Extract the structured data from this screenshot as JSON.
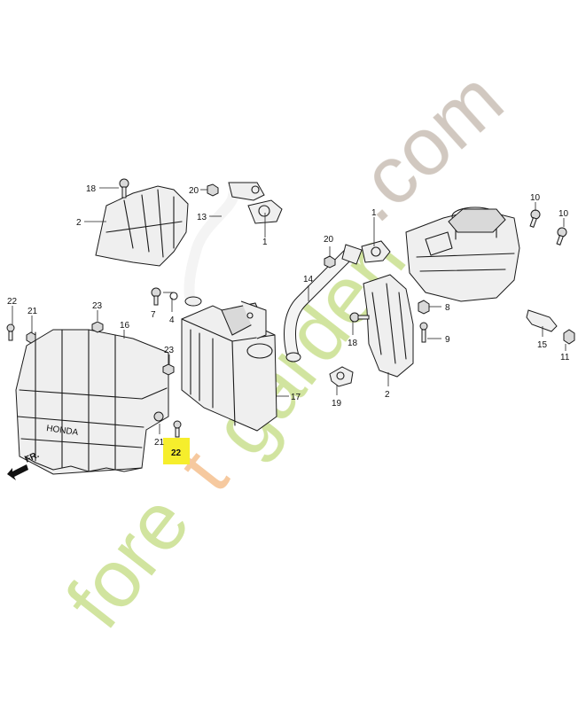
{
  "watermark": {
    "word_green": "fore",
    "word_orange": "t",
    "word_green2": "garden",
    "word_grey": ".com",
    "colors": {
      "green": "#cfe39a",
      "orange": "#f6c79a",
      "grey": "#cfc6bd"
    }
  },
  "highlight": {
    "color": "#f6ee2c",
    "label": "22"
  },
  "callouts": {
    "c18a": "18",
    "c2a": "2",
    "c20a": "20",
    "c13": "13",
    "c1a": "1",
    "c1b": "1",
    "c20b": "20",
    "c10a": "10",
    "c10b": "10",
    "c22": "22",
    "c21a": "21",
    "c23a": "23",
    "c16": "16",
    "c7": "7",
    "c4": "4",
    "c23b": "23",
    "c21b": "21",
    "c17": "17",
    "c14": "14",
    "c18b": "18",
    "c19": "19",
    "c2b": "2",
    "c8": "8",
    "c9": "9",
    "c15": "15",
    "c11": "11"
  },
  "brand_text": "HONDA",
  "front_arrow_label": "FR."
}
